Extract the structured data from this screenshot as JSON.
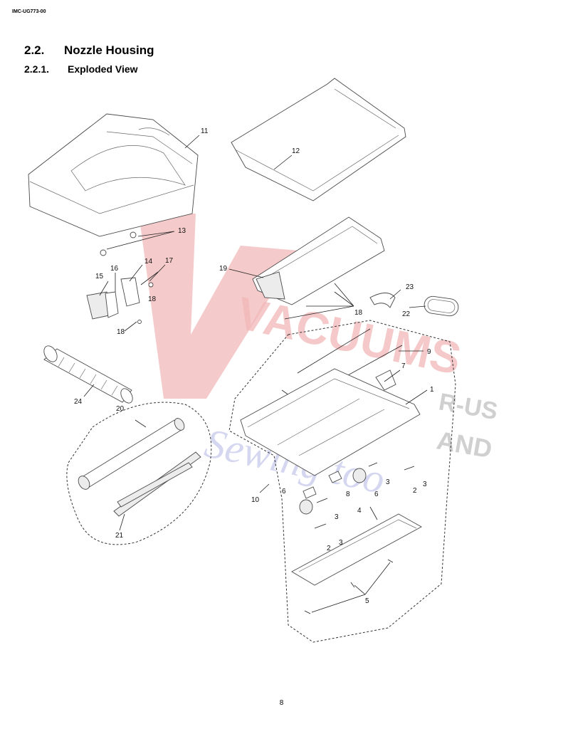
{
  "header": {
    "doc_code": "IMC-UG773-00"
  },
  "section": {
    "number": "2.2.",
    "title": "Nozzle Housing"
  },
  "subsection": {
    "number": "2.2.1.",
    "title": "Exploded View"
  },
  "footer": {
    "page_number": "8"
  },
  "watermark": {
    "text_main": "VACUUMS",
    "text_r_us": "R-US",
    "text_and": "AND",
    "text_script": "Sewing too",
    "colors": {
      "red": "#f2b8b8",
      "blue": "#b8bde6",
      "gray": "#bdbdbd"
    }
  },
  "callouts": {
    "c1": "1",
    "c2a": "2",
    "c2b": "2",
    "c3a": "3",
    "c3b": "3",
    "c3c": "3",
    "c3d": "3",
    "c4": "4",
    "c5": "5",
    "c6a": "6",
    "c6b": "6",
    "c7": "7",
    "c8": "8",
    "c9": "9",
    "c10": "10",
    "c11": "11",
    "c12": "12",
    "c13": "13",
    "c14": "14",
    "c15": "15",
    "c16": "16",
    "c17": "17",
    "c18a": "18",
    "c18b": "18",
    "c18c": "18",
    "c19": "19",
    "c20": "20",
    "c21": "21",
    "c22": "22",
    "c23": "23",
    "c24": "24"
  }
}
